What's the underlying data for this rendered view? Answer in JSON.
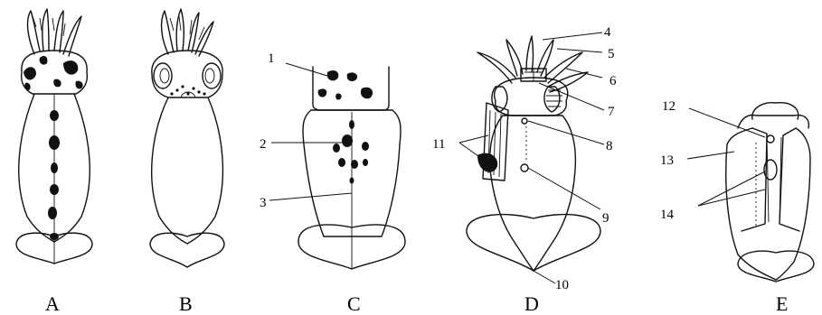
{
  "panels": [
    {
      "id": "A",
      "label": "A"
    },
    {
      "id": "B",
      "label": "B"
    },
    {
      "id": "C",
      "label": "C"
    },
    {
      "id": "D",
      "label": "D"
    },
    {
      "id": "E",
      "label": "E"
    }
  ],
  "callouts": {
    "c1": "1",
    "c2": "2",
    "c3": "3",
    "c4": "4",
    "c5": "5",
    "c6": "6",
    "c7": "7",
    "c8": "8",
    "c9": "9",
    "c10": "10",
    "c11": "11",
    "c12": "12",
    "c13": "13",
    "c14": "14"
  }
}
